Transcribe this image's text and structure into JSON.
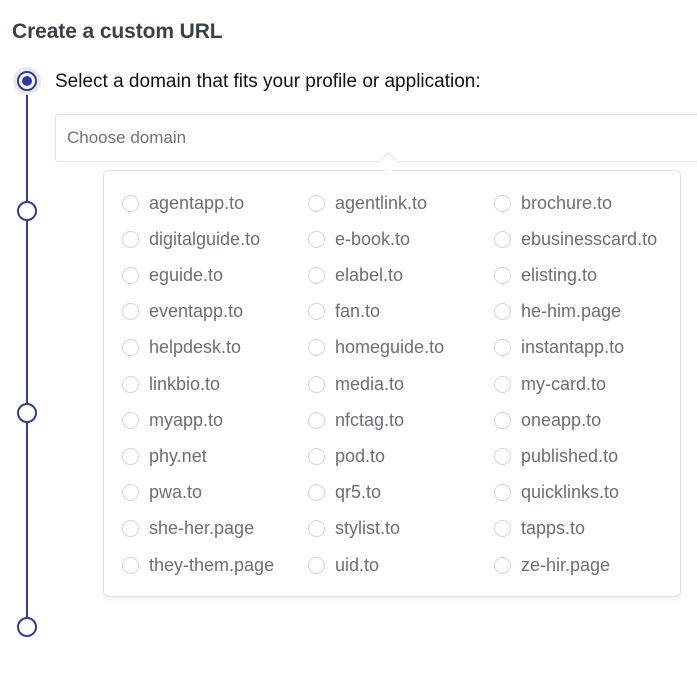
{
  "page": {
    "title": "Create a custom URL",
    "step_label": "Select a domain that fits your profile or application:"
  },
  "domain_select": {
    "placeholder": "Choose domain",
    "options": [
      "agentapp.to",
      "agentlink.to",
      "brochure.to",
      "digitalguide.to",
      "e-book.to",
      "ebusinesscard.to",
      "eguide.to",
      "elabel.to",
      "elisting.to",
      "eventapp.to",
      "fan.to",
      "he-him.page",
      "helpdesk.to",
      "homeguide.to",
      "instantapp.to",
      "linkbio.to",
      "media.to",
      "my-card.to",
      "myapp.to",
      "nfctag.to",
      "oneapp.to",
      "phy.net",
      "pod.to",
      "published.to",
      "pwa.to",
      "qr5.to",
      "quicklinks.to",
      "she-her.page",
      "stylist.to",
      "tapps.to",
      "they-them.page",
      "uid.to",
      "ze-hir.page"
    ]
  },
  "stepper": {
    "active_step": 1,
    "step_count": 4
  },
  "colors": {
    "accent": "#2f3aa2",
    "title": "#3b3f4c",
    "option_text": "#6a6e7a",
    "border": "#e1e2e6"
  }
}
